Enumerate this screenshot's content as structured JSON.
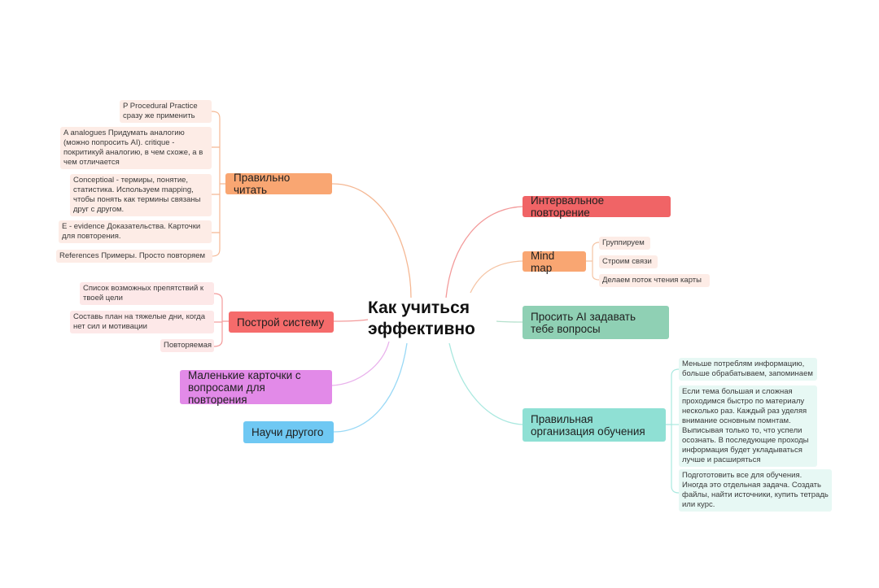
{
  "center": {
    "title": "Как учиться эффективно"
  },
  "branches": {
    "read": {
      "label": "Правильно читать",
      "color": "#f9a672",
      "leaves": [
        "P Procedural Practice сразу же применить",
        "A analogues Придумать аналогию (можно попросить AI). critique - покритикуй аналогию, в чем схоже, а в чем отличается",
        "Conceptioal - термиры, понятие, статистика. Используем mapping, чтобы понять как термины связаны друг с другом.",
        "E - evidence Доказательства. Карточки для повторения.",
        "References Примеры. Просто повторяем"
      ]
    },
    "system": {
      "label": "Построй систему",
      "color": "#f56b6b",
      "leaves": [
        "Список возможных препятствий к твоей цели",
        "Составь план на тяжелые дни, когда нет сил и мотивации",
        "Повторяемая"
      ]
    },
    "cards": {
      "label": "Маленькие карточки с вопросами для повторения",
      "color": "#e28ae8"
    },
    "teach": {
      "label": "Научи другого",
      "color": "#6fc8f3"
    },
    "interval": {
      "label": "Интервальное повторение",
      "color": "#f06466"
    },
    "mindmap": {
      "label": "Mind map",
      "color": "#f9a672",
      "leaves": [
        "Группируем",
        "Строим связи",
        "Делаем поток чтения карты"
      ]
    },
    "ai": {
      "label": "Просить AI задавать тебе вопросы",
      "color": "#8fd0b4"
    },
    "org": {
      "label": "Правильная организация обучения",
      "color": "#8fe0d4",
      "leaves": [
        "Меньше потреблям информацию, больше обрабатываем, запоминаем",
        "Если тема большая и сложная проходимся быстро по материалу несколько раз. Каждый раз уделяя внимание основным помнтам. Выписывая только то, что успели осознать. В последующие проходы информация будет укладываться лучше и расширяться",
        "Подгототовить все для обучения. Иногда это отдельная задача. Создать файлы, найти источники, купить тетрадь или курс."
      ]
    }
  }
}
